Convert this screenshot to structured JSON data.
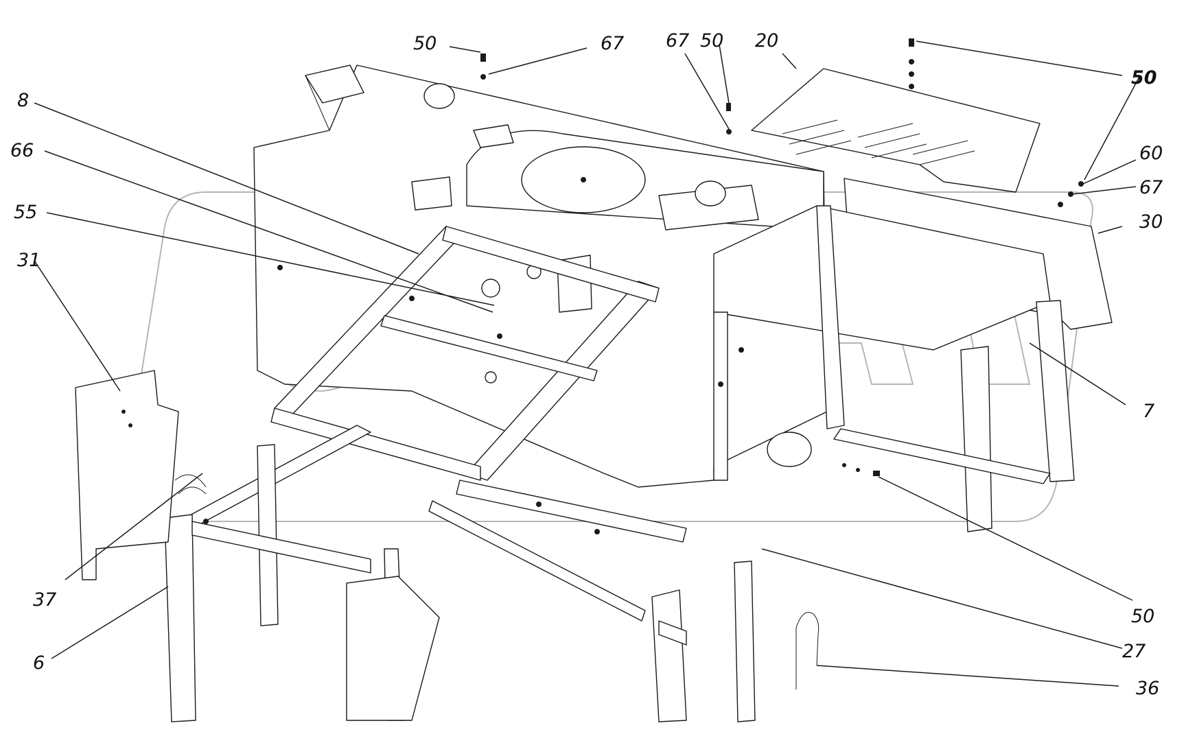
{
  "callouts": {
    "c50a": "50",
    "c67a": "67",
    "c67b": "67",
    "c50b": "50",
    "c20": "20",
    "c50c": "50",
    "c60": "60",
    "c67c": "67",
    "c30": "30",
    "c8": "8",
    "c66": "66",
    "c55": "55",
    "c31": "31",
    "c7": "7",
    "c37": "37",
    "c6": "6",
    "c50d": "50",
    "c27": "27",
    "c36": "36"
  },
  "colors": {
    "line": "#1a1a1a",
    "watermark": "#b5b5b5",
    "background": "#ffffff"
  }
}
